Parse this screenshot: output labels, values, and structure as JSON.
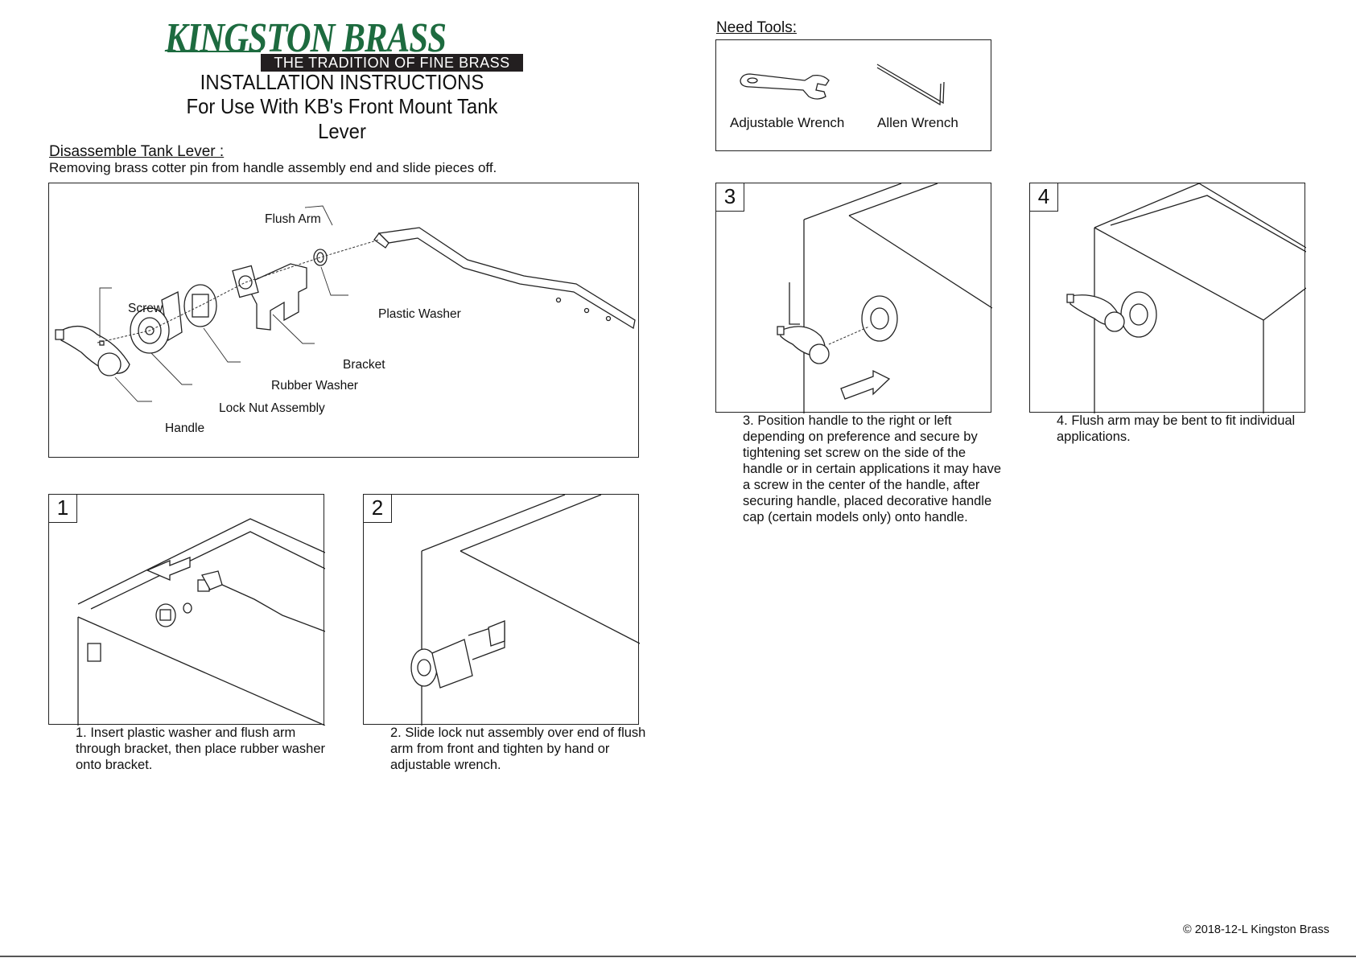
{
  "brand": {
    "name": "KINGSTON BRASS",
    "tagline": "THE TRADITION OF FINE BRASS"
  },
  "header": {
    "title": "INSTALLATION INSTRUCTIONS",
    "subtitle": "For Use With KB's Front Mount Tank Lever"
  },
  "disassemble": {
    "title": "Disassemble Tank Lever :",
    "description": "Removing brass cotter pin from handle assembly end and slide pieces off.",
    "labels": {
      "flush_arm": "Flush Arm",
      "screw": "Screw",
      "plastic_washer": "Plastic Washer",
      "bracket": "Bracket",
      "rubber_washer": "Rubber Washer",
      "lock_nut": "Lock Nut Assembly",
      "handle": "Handle"
    }
  },
  "tools": {
    "title": "Need Tools:",
    "items": [
      {
        "label": "Adjustable Wrench",
        "icon": "adjustable-wrench-icon"
      },
      {
        "label": "Allen Wrench",
        "icon": "allen-wrench-icon"
      }
    ]
  },
  "steps": [
    {
      "number": "1",
      "text": "1. Insert plastic washer and flush arm through bracket, then place rubber washer onto bracket."
    },
    {
      "number": "2",
      "text": "2. Slide lock nut assembly over end of flush arm from front and tighten by hand or adjustable wrench."
    },
    {
      "number": "3",
      "text": "3. Position handle to the right or left depending on preference and secure by tightening set screw on the side of the handle or in certain applications it may have a screw in the center of the handle, after securing handle, placed decorative handle cap (certain models only) onto handle."
    },
    {
      "number": "4",
      "text": "4. Flush arm may be bent to fit individual applications."
    }
  ],
  "footer": {
    "copyright": "© 2018-12-L Kingston Brass"
  }
}
